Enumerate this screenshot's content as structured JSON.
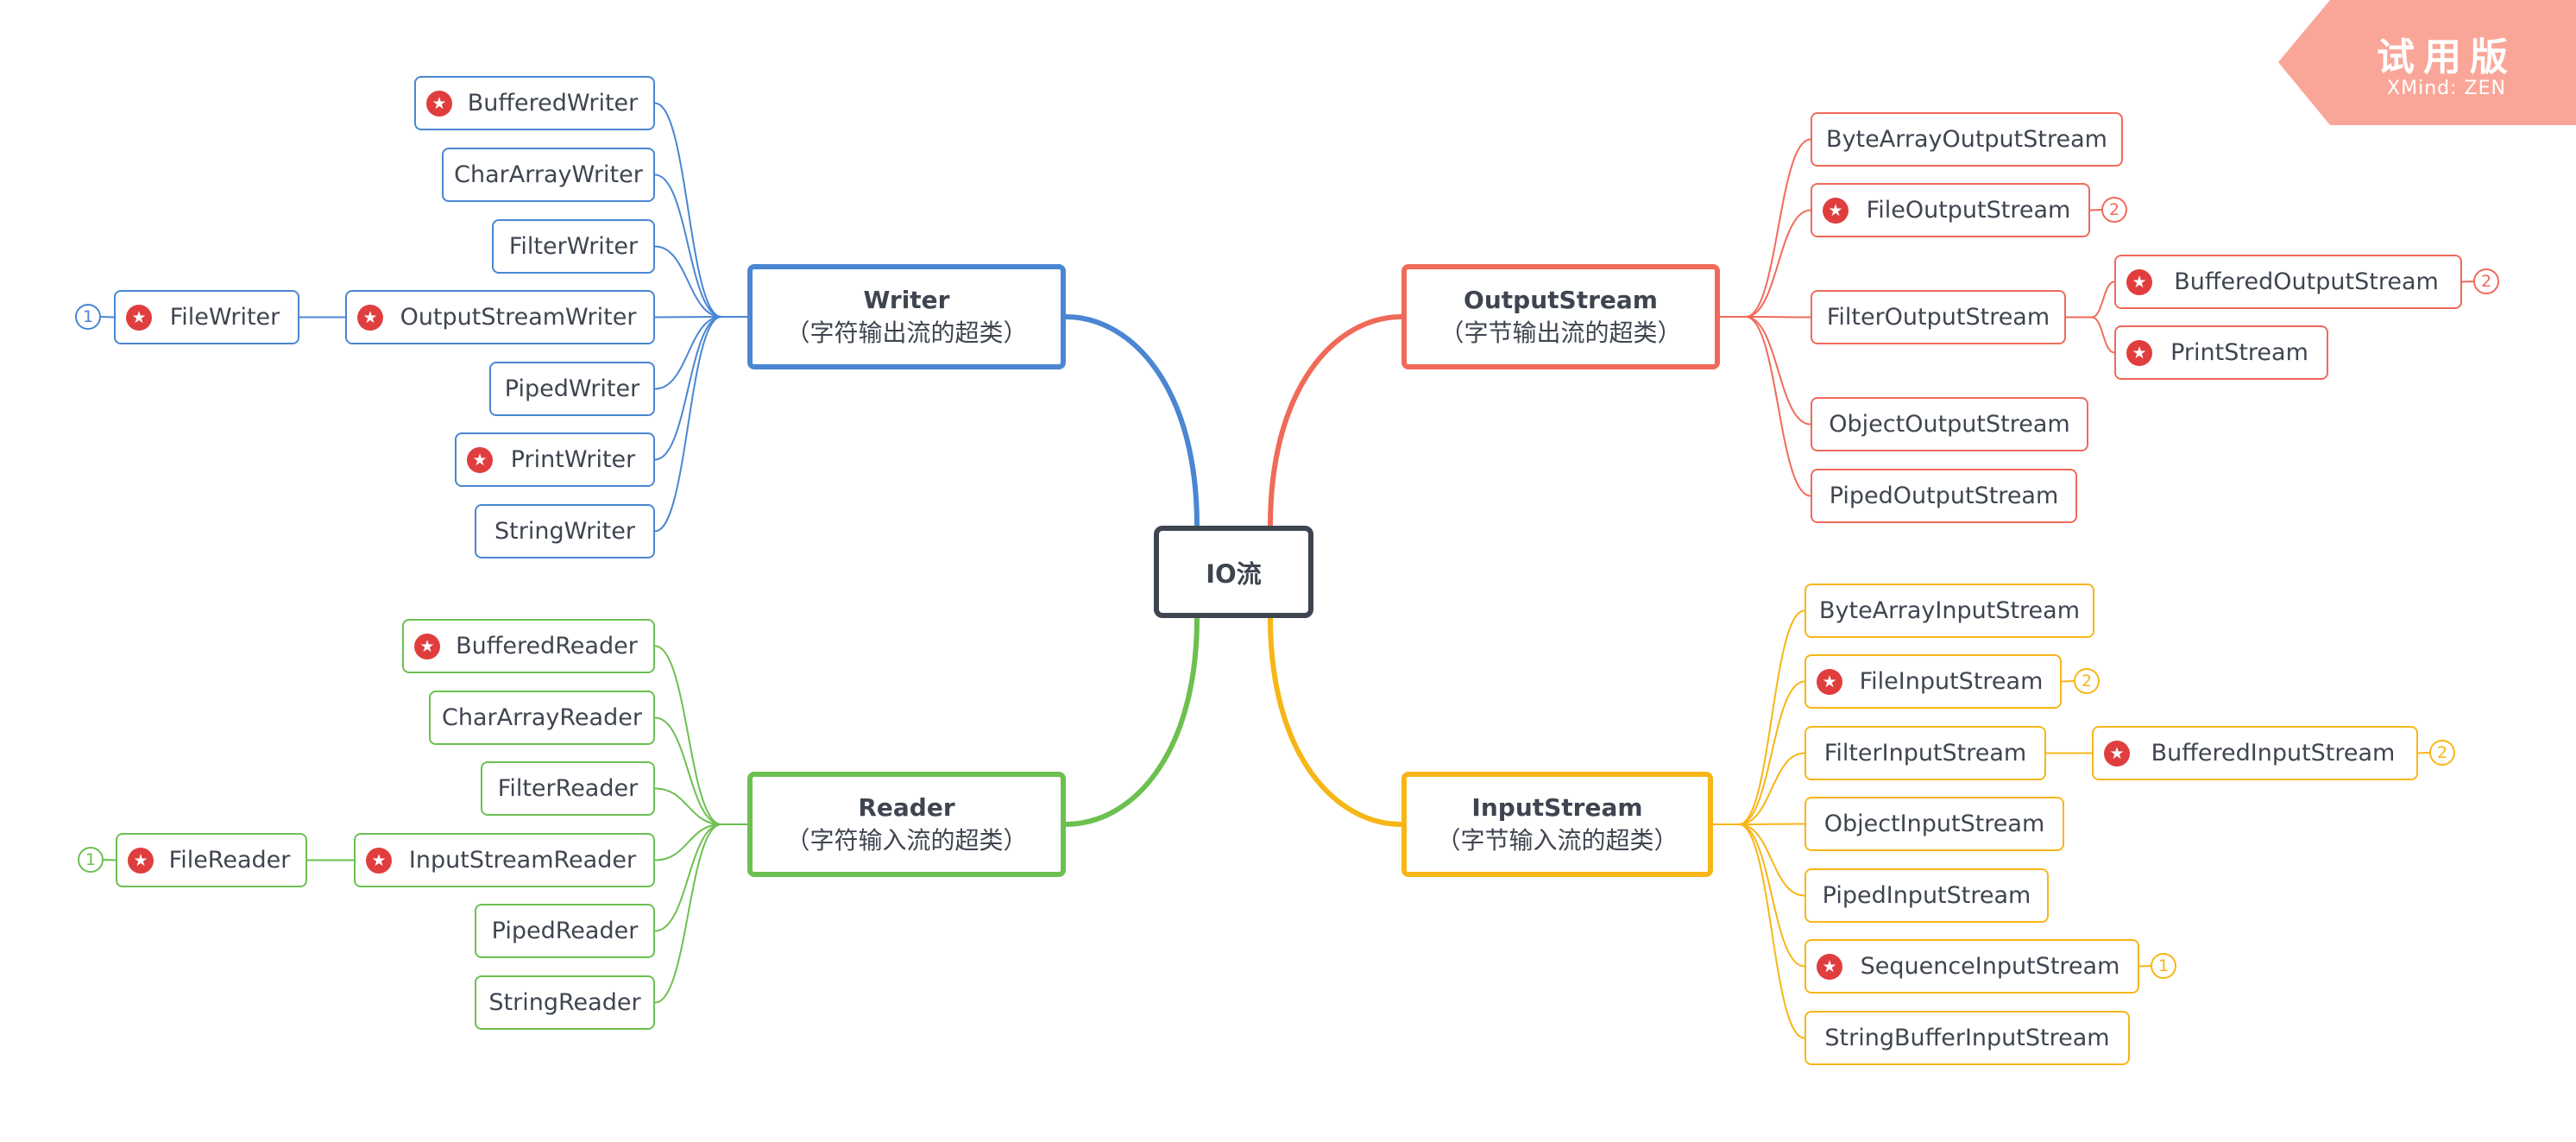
{
  "watermark": {
    "title": "试用版",
    "subtitle": "XMind: ZEN"
  },
  "colors": {
    "writer": "#4a86d2",
    "reader": "#6cc050",
    "output": "#f06a59",
    "input": "#f7b618",
    "central": "#3f4550",
    "star": "#e03e3e",
    "watermark": "#f9a699"
  },
  "central": {
    "label": "IO流"
  },
  "branches": {
    "writer": {
      "title": "Writer",
      "subtitle": "（字符输出流的超类）",
      "children": [
        {
          "label": "BufferedWriter",
          "starred": true
        },
        {
          "label": "CharArrayWriter",
          "starred": false
        },
        {
          "label": "FilterWriter",
          "starred": false
        },
        {
          "label": "OutputStreamWriter",
          "starred": true,
          "children": [
            {
              "label": "FileWriter",
              "starred": true,
              "badge": "1"
            }
          ]
        },
        {
          "label": "PipedWriter",
          "starred": false
        },
        {
          "label": "PrintWriter",
          "starred": true
        },
        {
          "label": "StringWriter",
          "starred": false
        }
      ]
    },
    "reader": {
      "title": "Reader",
      "subtitle": "（字符输入流的超类）",
      "children": [
        {
          "label": "BufferedReader",
          "starred": true
        },
        {
          "label": "CharArrayReader",
          "starred": false
        },
        {
          "label": "FilterReader",
          "starred": false
        },
        {
          "label": "InputStreamReader",
          "starred": true,
          "children": [
            {
              "label": "FileReader",
              "starred": true,
              "badge": "1"
            }
          ]
        },
        {
          "label": "PipedReader",
          "starred": false
        },
        {
          "label": "StringReader",
          "starred": false
        }
      ]
    },
    "output": {
      "title": "OutputStream",
      "subtitle": "（字节输出流的超类）",
      "children": [
        {
          "label": "ByteArrayOutputStream",
          "starred": false
        },
        {
          "label": "FileOutputStream",
          "starred": true,
          "badge": "2"
        },
        {
          "label": "FilterOutputStream",
          "starred": false,
          "children": [
            {
              "label": "BufferedOutputStream",
              "starred": true,
              "badge": "2"
            },
            {
              "label": "PrintStream",
              "starred": true
            }
          ]
        },
        {
          "label": "ObjectOutputStream",
          "starred": false
        },
        {
          "label": "PipedOutputStream",
          "starred": false
        }
      ]
    },
    "input": {
      "title": "InputStream",
      "subtitle": "（字节输入流的超类）",
      "children": [
        {
          "label": "ByteArrayInputStream",
          "starred": false
        },
        {
          "label": "FileInputStream",
          "starred": true,
          "badge": "2"
        },
        {
          "label": "FilterInputStream",
          "starred": false,
          "children": [
            {
              "label": "BufferedInputStream",
              "starred": true,
              "badge": "2"
            }
          ]
        },
        {
          "label": "ObjectInputStream",
          "starred": false
        },
        {
          "label": "PipedInputStream",
          "starred": false
        },
        {
          "label": "SequenceInputStream",
          "starred": true,
          "badge": "1"
        },
        {
          "label": "StringBufferInputStream",
          "starred": false
        }
      ]
    }
  }
}
